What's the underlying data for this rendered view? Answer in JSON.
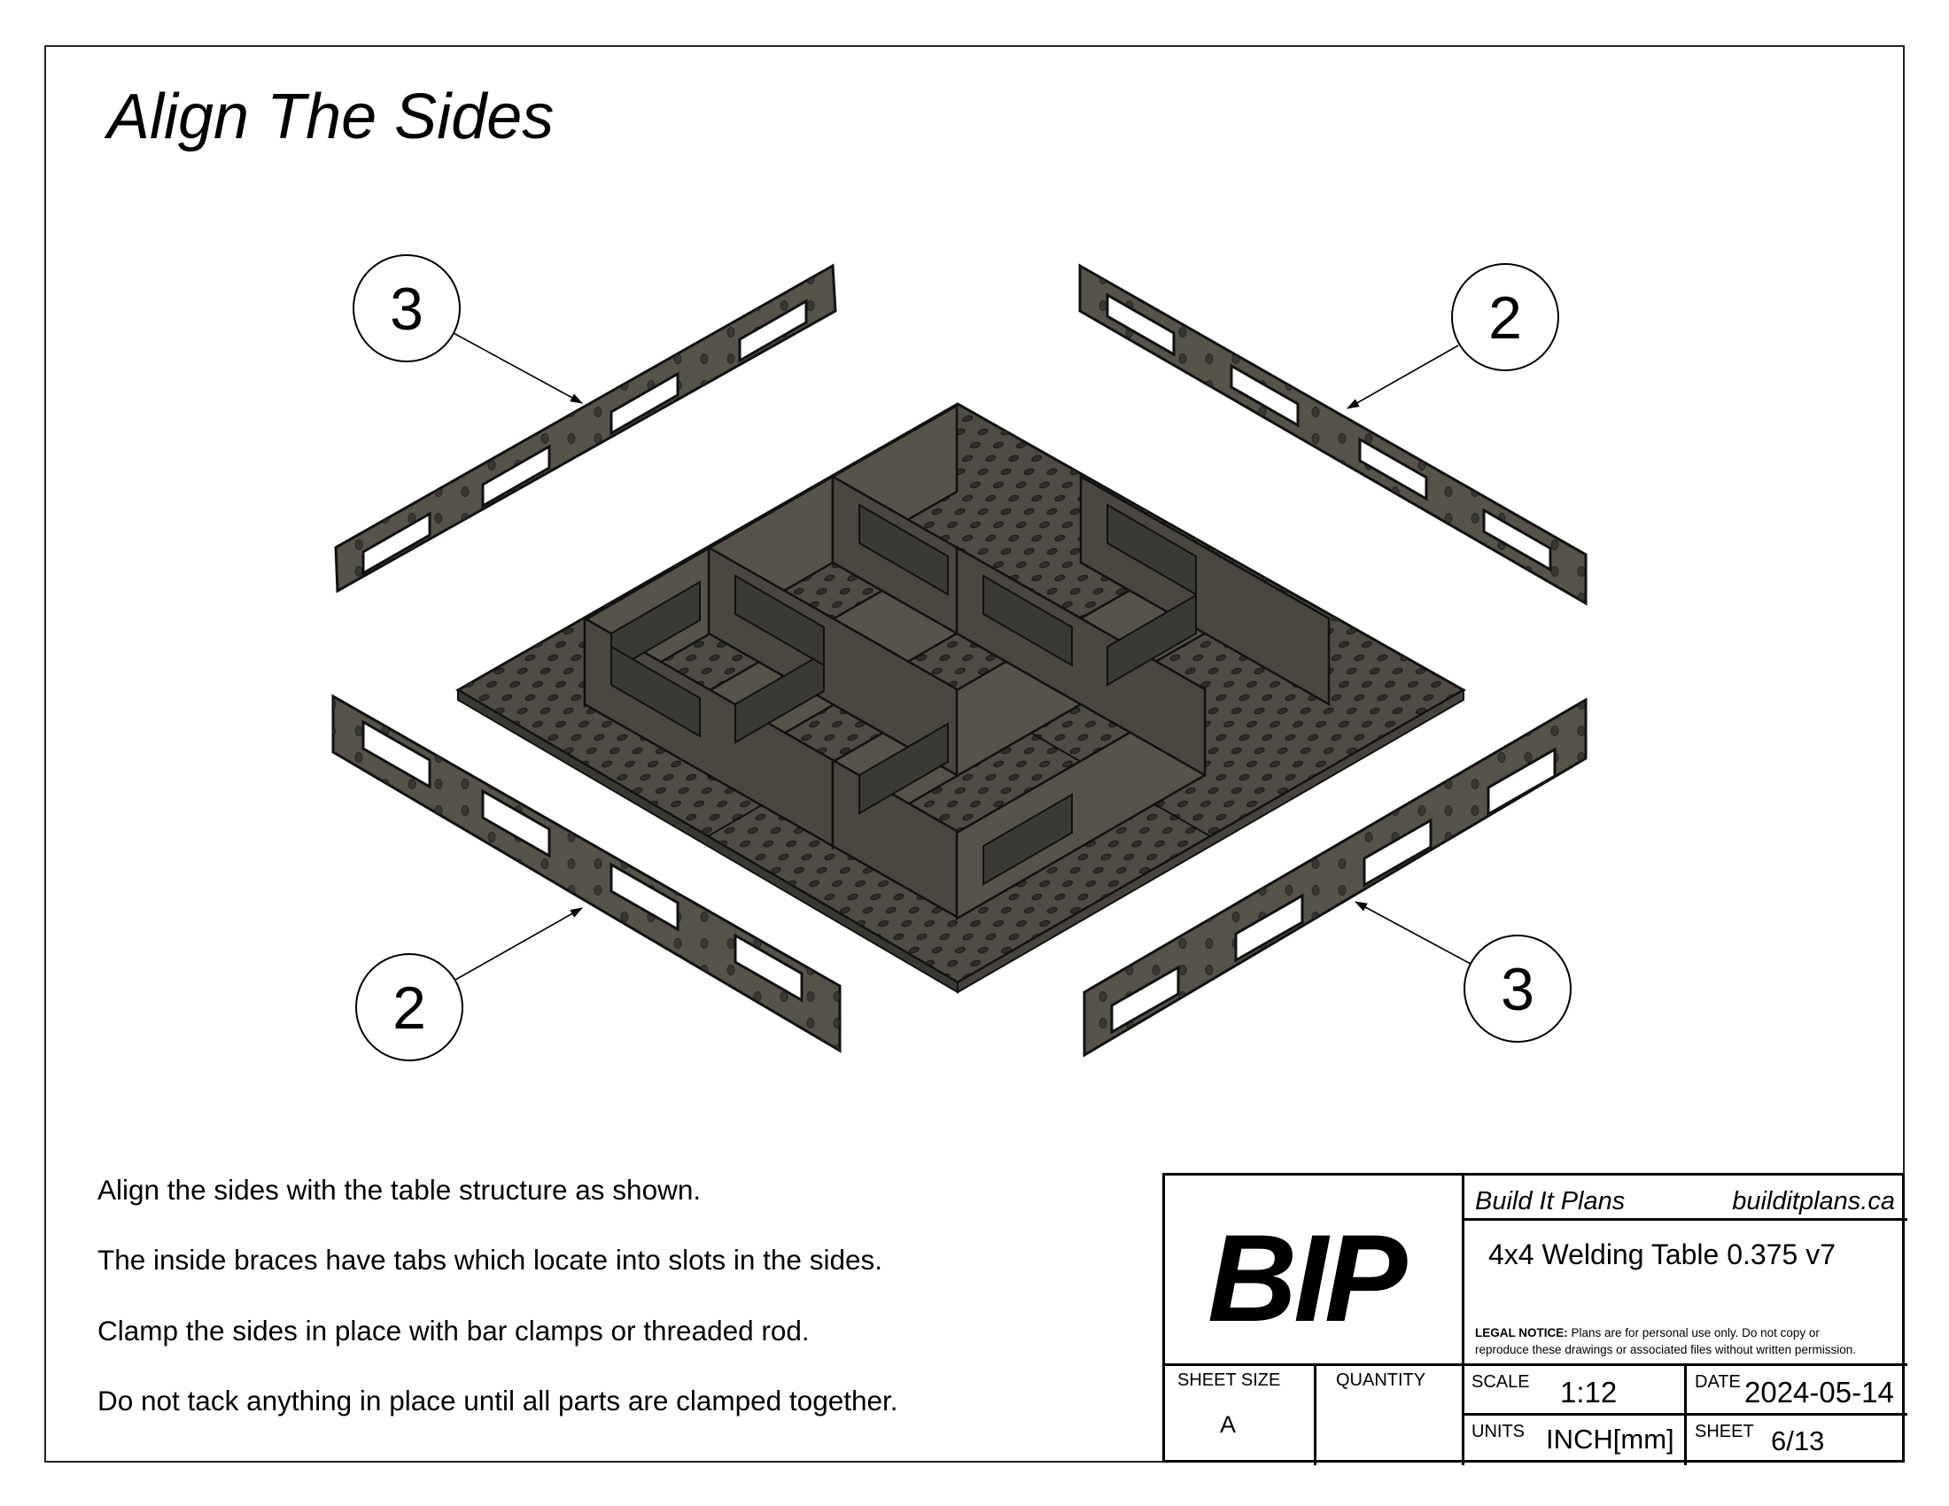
{
  "page": {
    "title": "Align The Sides"
  },
  "notes": [
    "Align the sides with the table structure as shown.",
    "The inside braces have tabs which locate into slots in the sides.",
    "Clamp the sides in place with bar clamps or threaded rod.",
    "Do not tack anything in place until all parts are clamped together."
  ],
  "balloons": [
    {
      "label": "3",
      "position": "top-left"
    },
    {
      "label": "2",
      "position": "top-right"
    },
    {
      "label": "2",
      "position": "bottom-left"
    },
    {
      "label": "3",
      "position": "bottom-right"
    }
  ],
  "colors": {
    "metal": "#56534b",
    "metal_dark": "#3f3d37",
    "outline": "#111111",
    "border": "#222222"
  },
  "title_block": {
    "logo": "BIP",
    "company": "Build It Plans",
    "website": "builditplans.ca",
    "drawing_title": "4x4 Welding Table 0.375 v7",
    "legal_notice_label": "LEGAL NOTICE:",
    "legal_notice_line1": " Plans are for personal use only. Do not copy or",
    "legal_notice_line2": "reproduce these drawings or associated files without written permission.",
    "sheet_size_label": "SHEET SIZE",
    "sheet_size_value": "A",
    "quantity_label": "QUANTITY",
    "quantity_value": "",
    "scale_label": "SCALE",
    "scale_value": "1:12",
    "date_label": "DATE",
    "date_value": "2024-05-14",
    "units_label": "UNITS",
    "units_value": "INCH[mm]",
    "sheet_label": "SHEET",
    "sheet_value": "6/13"
  }
}
